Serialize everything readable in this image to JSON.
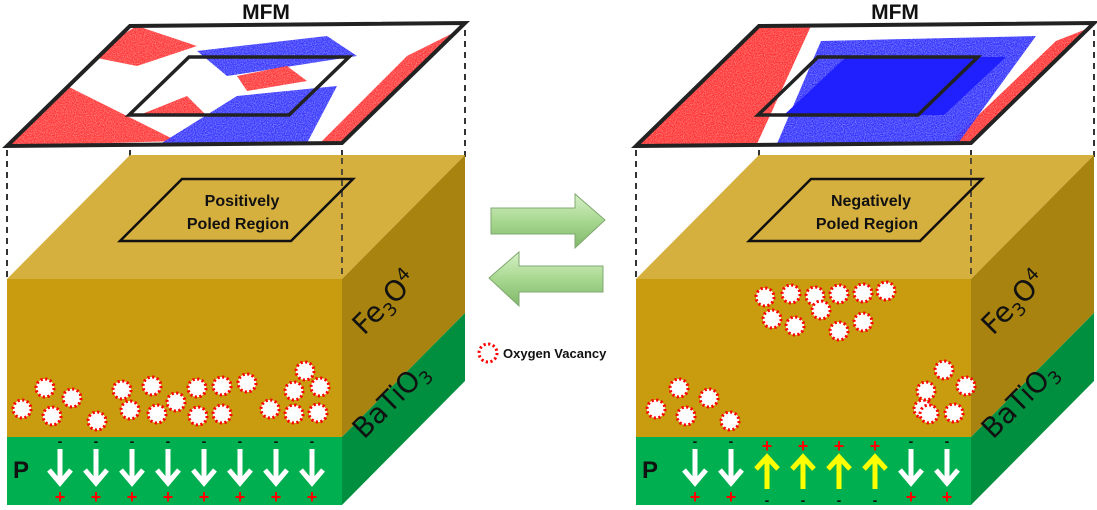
{
  "panels": [
    {
      "id": "positive",
      "mfm_title": "MFM",
      "region_label_line1": "Positively",
      "region_label_line2": "Poled Region",
      "top_layer": "Fe3O4",
      "bottom_layer": "BaTiO3",
      "polarization_label": "P",
      "domains": [
        "down",
        "down",
        "down",
        "down",
        "down",
        "down",
        "down",
        "down"
      ],
      "vacancy_location": "interface",
      "mfm_pattern": "mixed stripes, red and blue"
    },
    {
      "id": "negative",
      "mfm_title": "MFM",
      "region_label_line1": "Negatively",
      "region_label_line2": "Poled Region",
      "top_layer": "Fe3O4",
      "bottom_layer": "BaTiO3",
      "polarization_label": "P",
      "domains": [
        "down",
        "down",
        "up",
        "up",
        "up",
        "up",
        "down",
        "down"
      ],
      "vacancy_location": "migrated to top above poled region",
      "mfm_pattern": "blue inside poled square, red outside"
    }
  ],
  "legend": {
    "vacancy_label": "Oxygen Vacancy"
  },
  "switch_arrows": [
    "right",
    "left"
  ],
  "colors": {
    "fe3o4_top": "#d6b03f",
    "fe3o4_front": "#c89c0e",
    "fe3o4_side": "#a8830f",
    "bto_front": "#00b050",
    "bto_side": "#008f3f",
    "arrow_down": "#ffffff",
    "arrow_up": "#ffff00",
    "charge": "#ff0000",
    "mfm_red": "#ff2020",
    "mfm_blue": "#2020ff",
    "switch_arrow": "#a8d890"
  },
  "fe3o4_sub": "3",
  "fe3o4_sub2": "4",
  "bto_sub": "3"
}
